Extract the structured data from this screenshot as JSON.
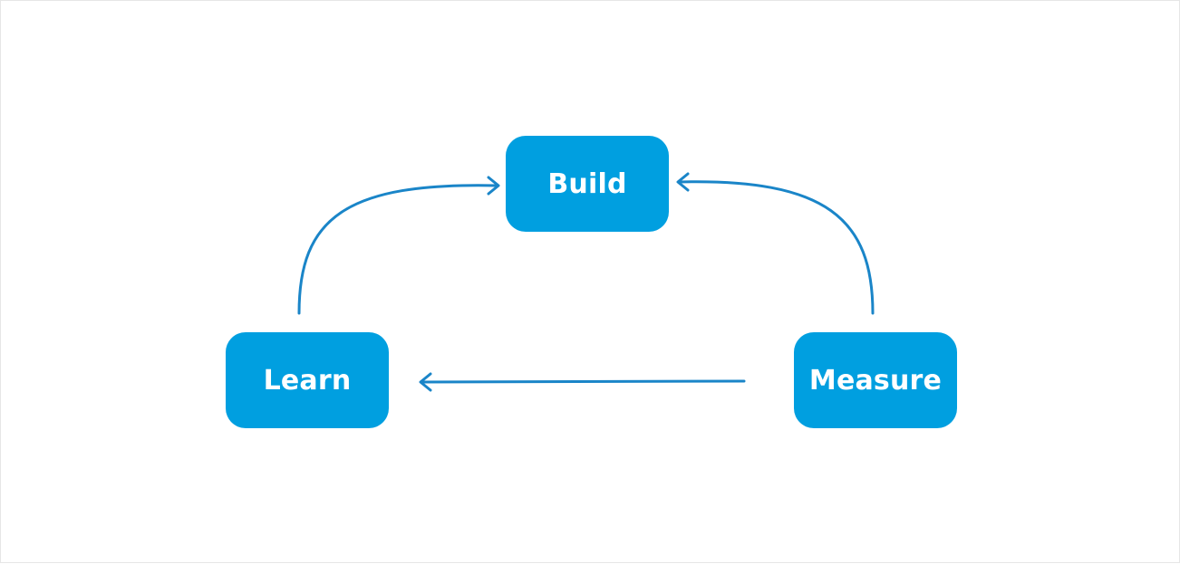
{
  "colors": {
    "node_fill": "#009fe0",
    "arrow_stroke": "#1a85c8",
    "label_text": "#ffffff",
    "background": "#ffffff"
  },
  "nodes": {
    "build": {
      "label": "Build"
    },
    "learn": {
      "label": "Learn"
    },
    "measure": {
      "label": "Measure"
    }
  },
  "edges": [
    {
      "from": "learn",
      "to": "build"
    },
    {
      "from": "measure",
      "to": "build"
    },
    {
      "from": "measure",
      "to": "learn"
    }
  ]
}
